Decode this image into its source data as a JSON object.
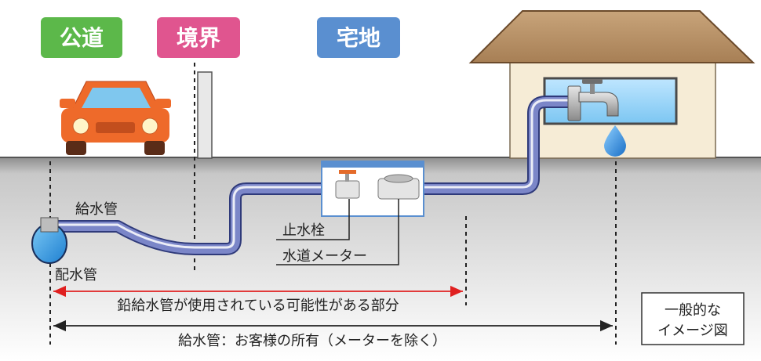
{
  "zones": {
    "public_road": "公道",
    "boundary": "境界",
    "residential": "宅地"
  },
  "labels": {
    "service_pipe": "給水管",
    "distribution_main": "配水管",
    "stop_valve": "止水栓",
    "water_meter": "水道メーター",
    "lead_pipe_range": "鉛給水管が使用されている可能性がある部分",
    "ownership_range": "給水管：お客様の所有（メーターを除く）",
    "note_line1": "一般的な",
    "note_line2": "イメージ図"
  },
  "colors": {
    "public_road": "#5cb84a",
    "boundary": "#e0558f",
    "residential": "#5a8fd0",
    "pipe": "#7b86c8",
    "lead_arrow": "#e02020",
    "water": "#3a9ae0",
    "car": "#ee6a2a"
  }
}
